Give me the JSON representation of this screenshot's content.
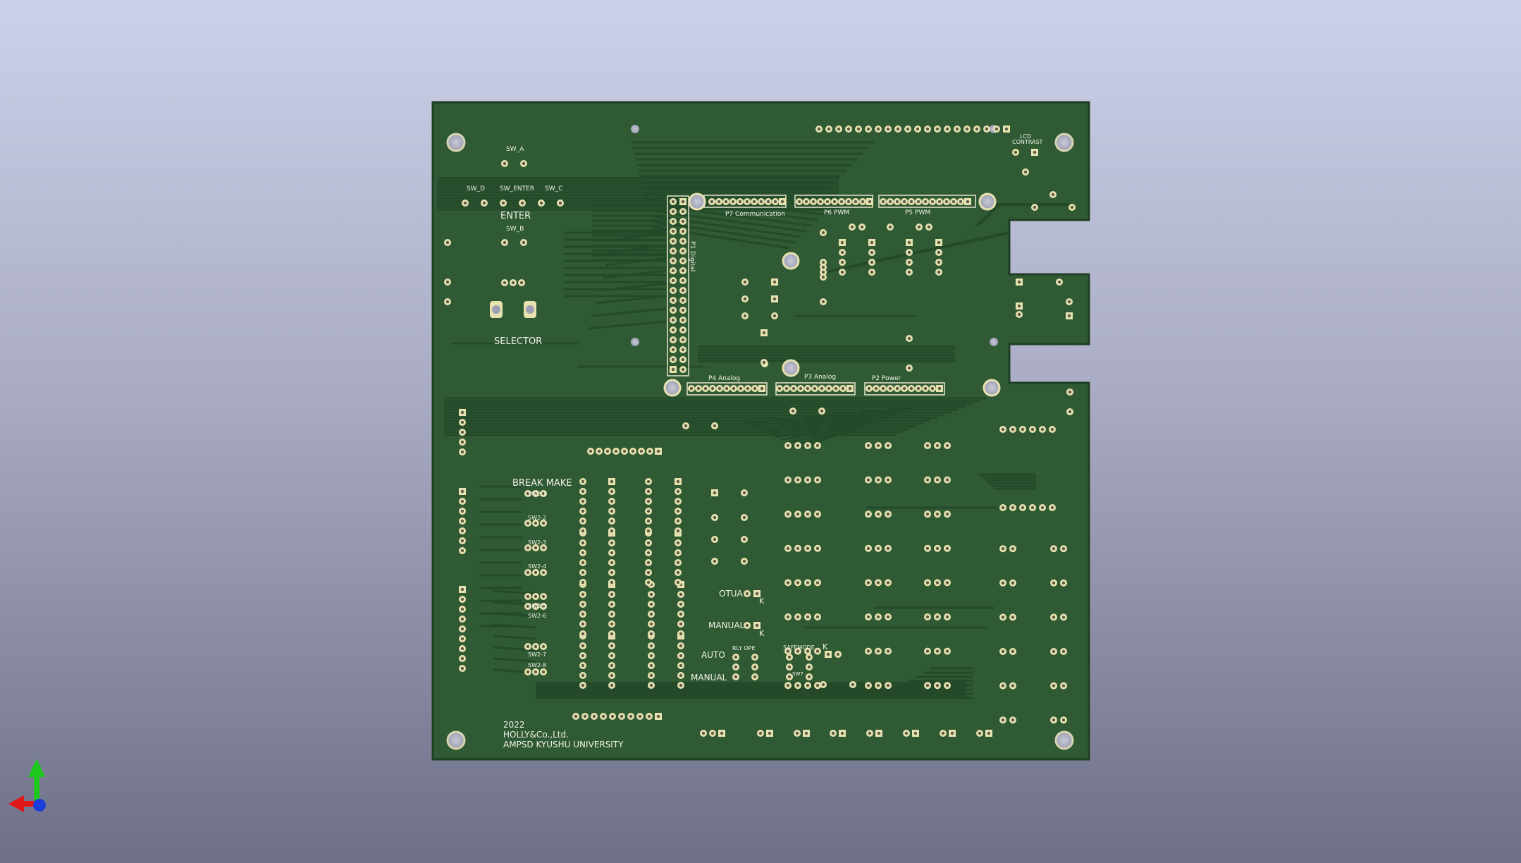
{
  "viewer": {
    "axis_gizmo": "xyz-axis-icon",
    "colors": {
      "background_top": "#cdd0ea",
      "background_bottom": "#6e7088",
      "board": "#2f5a33",
      "board_edge": "#22462a",
      "trace": "#244a29",
      "pad": "#e8e2b0",
      "silkscreen": "#f1f1e8"
    }
  },
  "board": {
    "labels": {
      "sw_a": "SW_A",
      "sw_d": "SW_D",
      "sw_enter": "SW_ENTER",
      "sw_c": "SW_C",
      "enter": "ENTER",
      "sw_b": "SW_B",
      "selector": "SELECTOR",
      "lcd_contrast_1": "LCD",
      "lcd_contrast_2": "CONTRAST",
      "p7": "P7 Communication",
      "p6": "P6  PWM",
      "p5": "P5  PWM",
      "p1": "P1  Digital",
      "p4": "P4    Analog",
      "p3": "P3  Analog",
      "p2": "P2  Power",
      "break_make": "BREAK  MAKE",
      "sw2_1": "SW2-1",
      "sw2_2": "SW2-2",
      "sw2_3": "SW2-3",
      "sw2_4": "SW2-4",
      "sw2_5": "SW2-5",
      "sw2_6": "SW2-6",
      "sw2_7": "SW2-7",
      "sw2_8": "SW2-8",
      "otua": "OTUA",
      "manual_top": "MANUAL",
      "auto": "AUTO",
      "manual_bottom": "MANUAL",
      "rly_ope": "RLY OPE",
      "safemode": "SAFEMODE",
      "sw7": "SW7",
      "k": "K",
      "year": "2022",
      "company": "HOLLY&Co.,Ltd.",
      "university": "AMPSD KYUSHU UNIVERSITY"
    }
  }
}
